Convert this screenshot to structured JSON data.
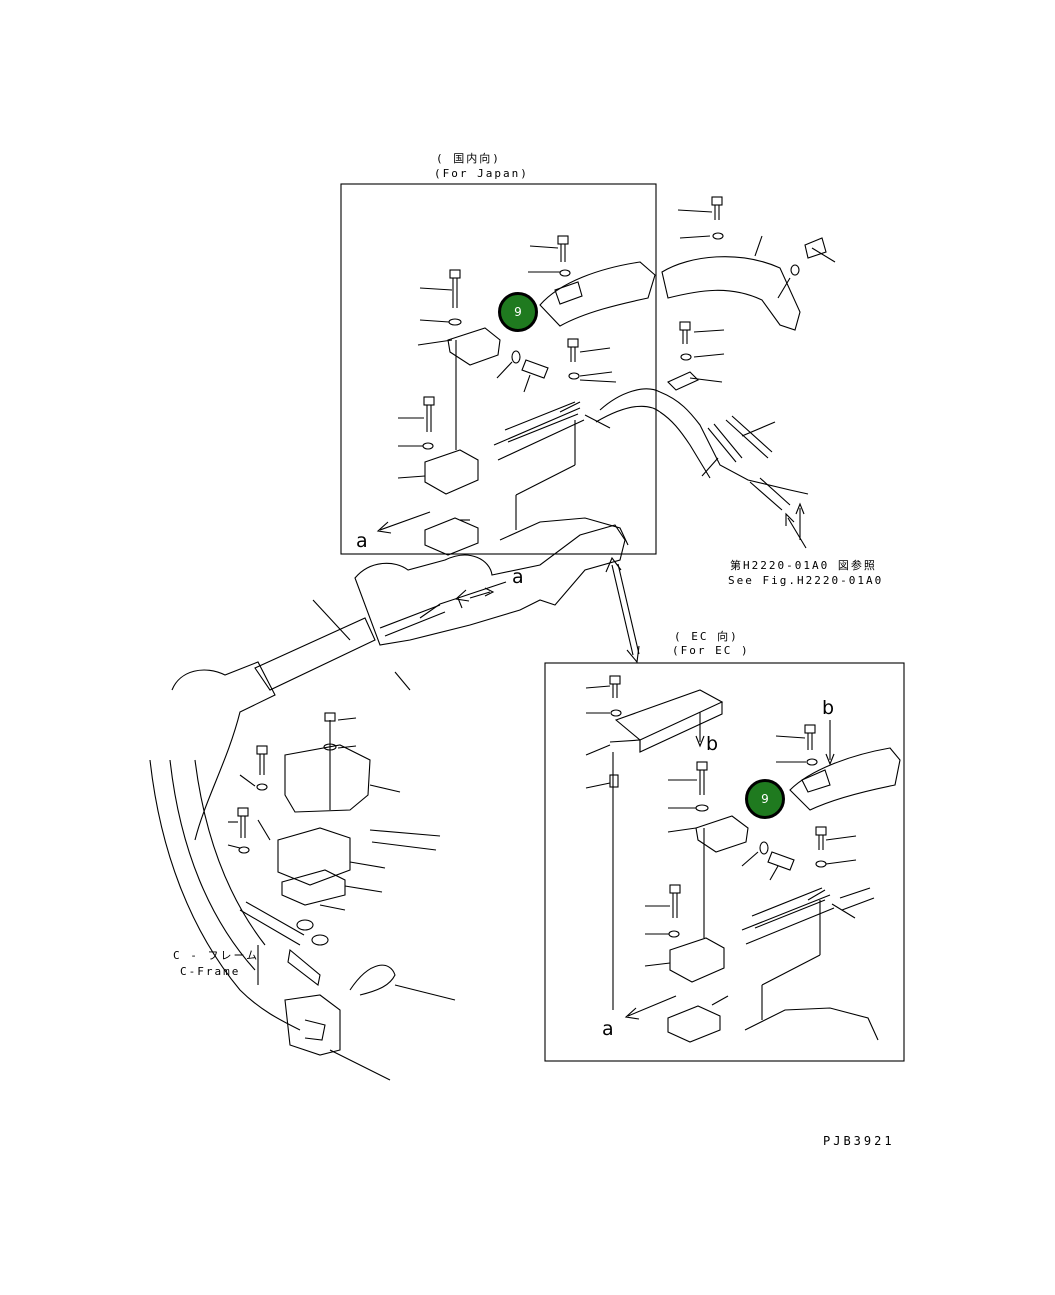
{
  "japan_box": {
    "title_jp": "( 国内向)",
    "title_en": "(For Japan)"
  },
  "ec_box": {
    "title_jp": "( EC 向)",
    "title_en": "(For EC )"
  },
  "reference": {
    "jp": "第H2220-01A0 図参照",
    "en": "See Fig.H2220-01A0"
  },
  "frame": {
    "jp": "C - フレーム",
    "en": "C-Frame"
  },
  "markers": {
    "a": "a",
    "b": "b"
  },
  "callouts": [
    {
      "label": "9"
    },
    {
      "label": "9"
    }
  ],
  "figure_id": "PJB3921",
  "colors": {
    "callout_fill": "#1f7a1f",
    "line": "#000000"
  }
}
